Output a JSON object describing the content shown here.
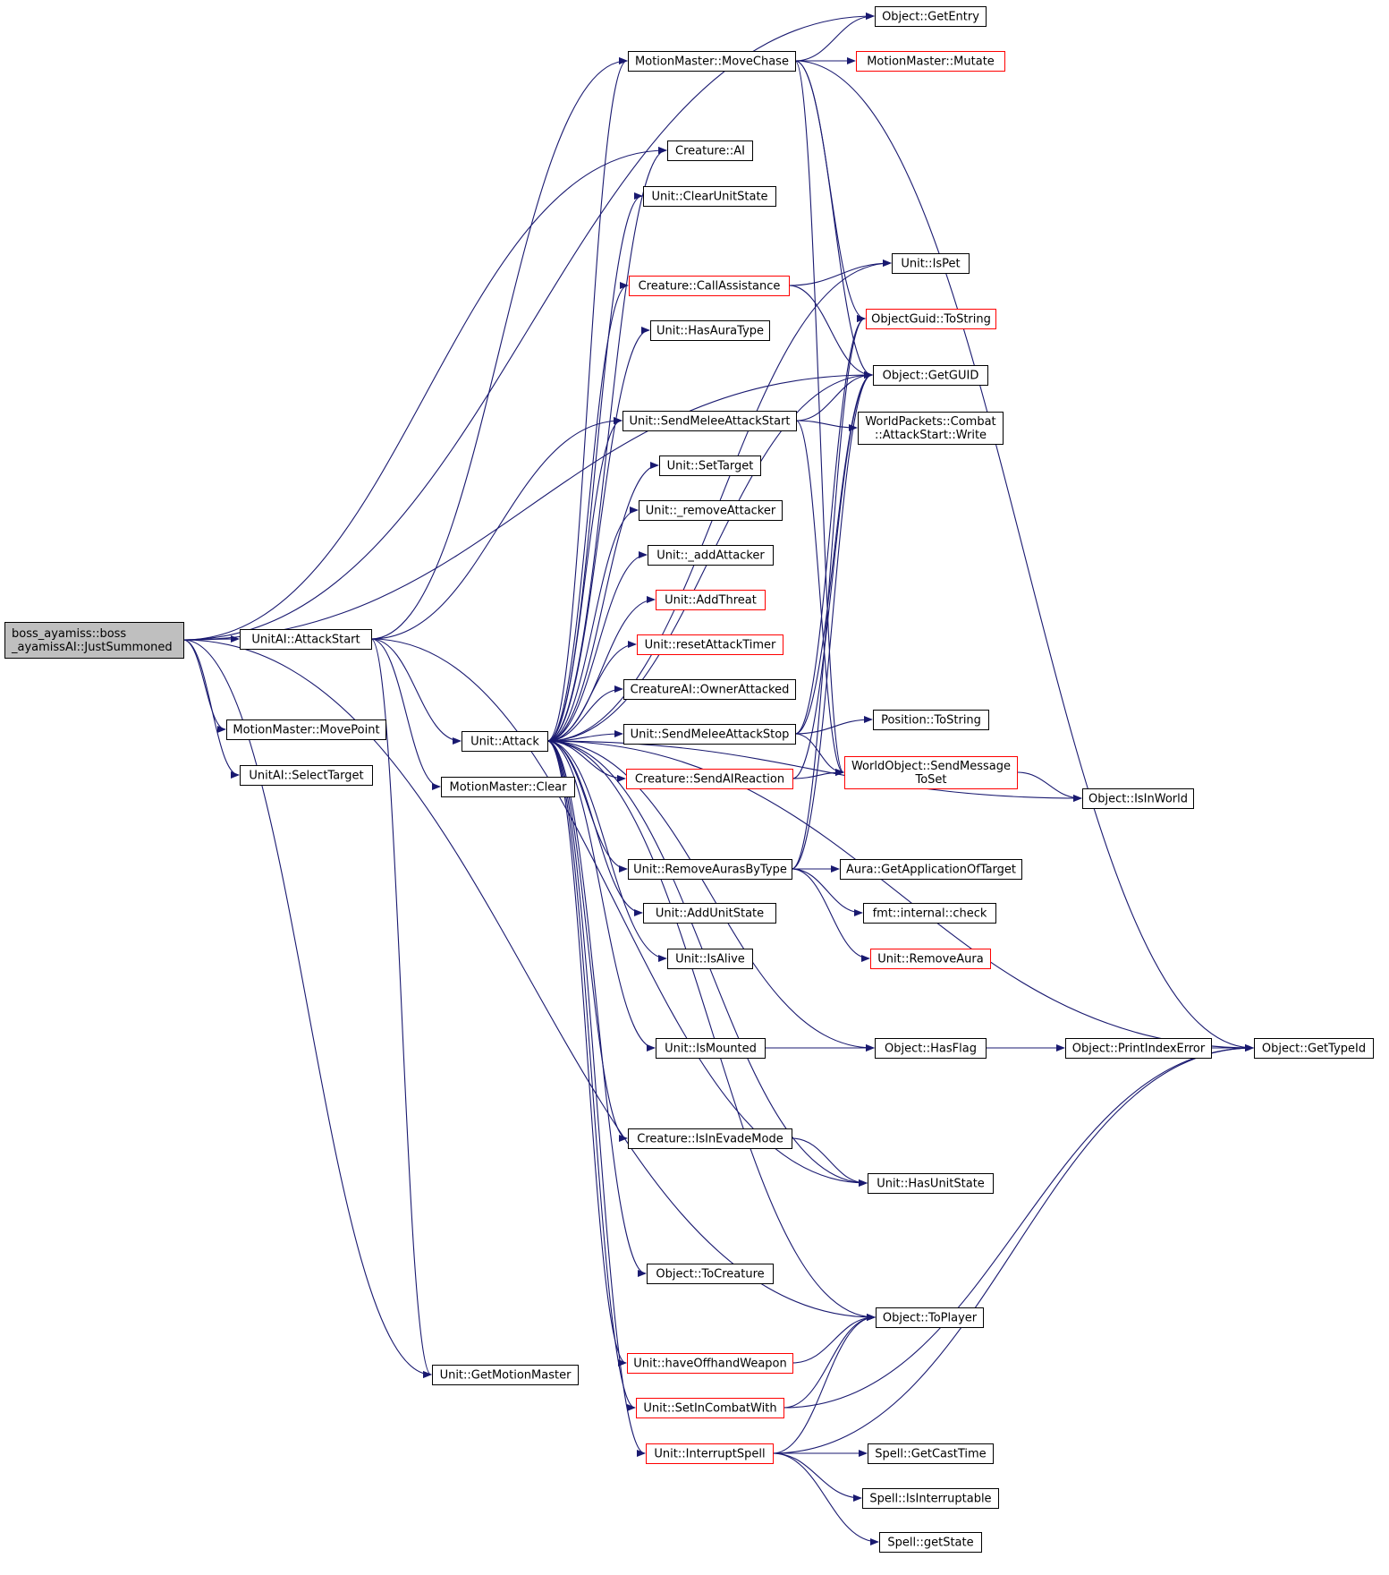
{
  "colors": {
    "edge": "#191970",
    "node_border": "#000000",
    "truncated_border": "#ff0000",
    "root_fill": "#bfbfbf",
    "node_fill": "#ffffff"
  },
  "nodes": [
    {
      "id": "root",
      "lines": [
        "boss_ayamiss::boss",
        "_ayamissAI::JustSummoned"
      ],
      "root": true
    },
    {
      "id": "attackstart",
      "lines": [
        "UnitAI::AttackStart"
      ]
    },
    {
      "id": "movepoint",
      "lines": [
        "MotionMaster::MovePoint"
      ]
    },
    {
      "id": "selecttarget",
      "lines": [
        "UnitAI::SelectTarget"
      ]
    },
    {
      "id": "getmotionmaster",
      "lines": [
        "Unit::GetMotionMaster"
      ]
    },
    {
      "id": "mmclear",
      "lines": [
        "MotionMaster::Clear"
      ]
    },
    {
      "id": "attack",
      "lines": [
        "Unit::Attack"
      ]
    },
    {
      "id": "movechase",
      "lines": [
        "MotionMaster::MoveChase"
      ]
    },
    {
      "id": "creatureai",
      "lines": [
        "Creature::AI"
      ]
    },
    {
      "id": "clearunitstate",
      "lines": [
        "Unit::ClearUnitState"
      ]
    },
    {
      "id": "callassistance",
      "lines": [
        "Creature::CallAssistance"
      ],
      "truncated": true
    },
    {
      "id": "hasauratype",
      "lines": [
        "Unit::HasAuraType"
      ]
    },
    {
      "id": "sendmeleestart",
      "lines": [
        "Unit::SendMeleeAttackStart"
      ]
    },
    {
      "id": "settarget",
      "lines": [
        "Unit::SetTarget"
      ]
    },
    {
      "id": "removeattacker",
      "lines": [
        "Unit::_removeAttacker"
      ]
    },
    {
      "id": "addattacker",
      "lines": [
        "Unit::_addAttacker"
      ]
    },
    {
      "id": "addthreat",
      "lines": [
        "Unit::AddThreat"
      ],
      "truncated": true
    },
    {
      "id": "resetattacktimer",
      "lines": [
        "Unit::resetAttackTimer"
      ],
      "truncated": true
    },
    {
      "id": "ownerattacked",
      "lines": [
        "CreatureAI::OwnerAttacked"
      ]
    },
    {
      "id": "sendmeleestop",
      "lines": [
        "Unit::SendMeleeAttackStop"
      ]
    },
    {
      "id": "sendaireaction",
      "lines": [
        "Creature::SendAIReaction"
      ],
      "truncated": true
    },
    {
      "id": "removeaurasbytype",
      "lines": [
        "Unit::RemoveAurasByType"
      ]
    },
    {
      "id": "addunitstate",
      "lines": [
        "Unit::AddUnitState"
      ]
    },
    {
      "id": "isalive",
      "lines": [
        "Unit::IsAlive"
      ]
    },
    {
      "id": "ismounted",
      "lines": [
        "Unit::IsMounted"
      ]
    },
    {
      "id": "isinevademode",
      "lines": [
        "Creature::IsInEvadeMode"
      ]
    },
    {
      "id": "tocreature",
      "lines": [
        "Object::ToCreature"
      ]
    },
    {
      "id": "haveoffhand",
      "lines": [
        "Unit::haveOffhandWeapon"
      ],
      "truncated": true
    },
    {
      "id": "setincombatwith",
      "lines": [
        "Unit::SetInCombatWith"
      ],
      "truncated": true
    },
    {
      "id": "interruptspell",
      "lines": [
        "Unit::InterruptSpell"
      ],
      "truncated": true
    },
    {
      "id": "getentry",
      "lines": [
        "Object::GetEntry"
      ]
    },
    {
      "id": "mutate",
      "lines": [
        "MotionMaster::Mutate"
      ],
      "truncated": true
    },
    {
      "id": "ispet",
      "lines": [
        "Unit::IsPet"
      ]
    },
    {
      "id": "guidtostring",
      "lines": [
        "ObjectGuid::ToString"
      ],
      "truncated": true
    },
    {
      "id": "getguid",
      "lines": [
        "Object::GetGUID"
      ]
    },
    {
      "id": "attackstartwrite",
      "lines": [
        "WorldPackets::Combat",
        "::AttackStart::Write"
      ]
    },
    {
      "id": "positiontostring",
      "lines": [
        "Position::ToString"
      ]
    },
    {
      "id": "sendmessagetoset",
      "lines": [
        "WorldObject::SendMessage",
        "ToSet"
      ],
      "truncated": true
    },
    {
      "id": "isinworld",
      "lines": [
        "Object::IsInWorld"
      ]
    },
    {
      "id": "getapplication",
      "lines": [
        "Aura::GetApplicationOfTarget"
      ]
    },
    {
      "id": "fmtcheck",
      "lines": [
        "fmt::internal::check"
      ]
    },
    {
      "id": "removeaura",
      "lines": [
        "Unit::RemoveAura"
      ],
      "truncated": true
    },
    {
      "id": "hasflag",
      "lines": [
        "Object::HasFlag"
      ]
    },
    {
      "id": "printindexerror",
      "lines": [
        "Object::PrintIndexError"
      ]
    },
    {
      "id": "gettypeid",
      "lines": [
        "Object::GetTypeId"
      ]
    },
    {
      "id": "hasunitstate",
      "lines": [
        "Unit::HasUnitState"
      ]
    },
    {
      "id": "toplayer",
      "lines": [
        "Object::ToPlayer"
      ]
    },
    {
      "id": "getcasttime",
      "lines": [
        "Spell::GetCastTime"
      ]
    },
    {
      "id": "isinterruptable",
      "lines": [
        "Spell::IsInterruptable"
      ]
    },
    {
      "id": "getstate",
      "lines": [
        "Spell::getState"
      ]
    }
  ],
  "edges": [
    [
      "root",
      "attackstart"
    ],
    [
      "root",
      "movepoint"
    ],
    [
      "root",
      "selecttarget"
    ],
    [
      "root",
      "getmotionmaster"
    ],
    [
      "root",
      "getentry"
    ],
    [
      "root",
      "creatureai"
    ],
    [
      "root",
      "getguid"
    ],
    [
      "root",
      "toplayer"
    ],
    [
      "attackstart",
      "movechase"
    ],
    [
      "attackstart",
      "attack"
    ],
    [
      "attackstart",
      "getmotionmaster"
    ],
    [
      "attackstart",
      "mmclear"
    ],
    [
      "attackstart",
      "sendmeleestart"
    ],
    [
      "attackstart",
      "hasunitstate"
    ],
    [
      "attack",
      "movechase"
    ],
    [
      "attack",
      "creatureai"
    ],
    [
      "attack",
      "clearunitstate"
    ],
    [
      "attack",
      "callassistance"
    ],
    [
      "attack",
      "hasauratype"
    ],
    [
      "attack",
      "sendmeleestart"
    ],
    [
      "attack",
      "settarget"
    ],
    [
      "attack",
      "removeattacker"
    ],
    [
      "attack",
      "addattacker"
    ],
    [
      "attack",
      "addthreat"
    ],
    [
      "attack",
      "resetattacktimer"
    ],
    [
      "attack",
      "ownerattacked"
    ],
    [
      "attack",
      "sendmeleestop"
    ],
    [
      "attack",
      "sendaireaction"
    ],
    [
      "attack",
      "removeaurasbytype"
    ],
    [
      "attack",
      "addunitstate"
    ],
    [
      "attack",
      "isalive"
    ],
    [
      "attack",
      "ismounted"
    ],
    [
      "attack",
      "isinevademode"
    ],
    [
      "attack",
      "tocreature"
    ],
    [
      "attack",
      "haveoffhand"
    ],
    [
      "attack",
      "setincombatwith"
    ],
    [
      "attack",
      "interruptspell"
    ],
    [
      "attack",
      "ispet"
    ],
    [
      "attack",
      "getguid"
    ],
    [
      "attack",
      "isinworld"
    ],
    [
      "attack",
      "gettypeid"
    ],
    [
      "attack",
      "hasflag"
    ],
    [
      "attack",
      "hasunitstate"
    ],
    [
      "attack",
      "toplayer"
    ],
    [
      "movechase",
      "getentry"
    ],
    [
      "movechase",
      "mutate"
    ],
    [
      "movechase",
      "guidtostring"
    ],
    [
      "movechase",
      "getguid"
    ],
    [
      "movechase",
      "gettypeid"
    ],
    [
      "movechase",
      "sendmessagetoset"
    ],
    [
      "callassistance",
      "ispet"
    ],
    [
      "callassistance",
      "getguid"
    ],
    [
      "sendmeleestart",
      "getguid"
    ],
    [
      "sendmeleestart",
      "attackstartwrite"
    ],
    [
      "sendmeleestart",
      "sendmessagetoset"
    ],
    [
      "sendmeleestop",
      "positiontostring"
    ],
    [
      "sendmeleestop",
      "sendmessagetoset"
    ],
    [
      "sendmeleestop",
      "getguid"
    ],
    [
      "sendmeleestop",
      "guidtostring"
    ],
    [
      "sendaireaction",
      "sendmessagetoset"
    ],
    [
      "sendaireaction",
      "getguid"
    ],
    [
      "sendmessagetoset",
      "isinworld"
    ],
    [
      "removeaurasbytype",
      "getapplication"
    ],
    [
      "removeaurasbytype",
      "fmtcheck"
    ],
    [
      "removeaurasbytype",
      "removeaura"
    ],
    [
      "removeaurasbytype",
      "guidtostring"
    ],
    [
      "removeaurasbytype",
      "getguid"
    ],
    [
      "ismounted",
      "hasflag"
    ],
    [
      "hasflag",
      "printindexerror"
    ],
    [
      "printindexerror",
      "gettypeid"
    ],
    [
      "isinevademode",
      "hasunitstate"
    ],
    [
      "haveoffhand",
      "toplayer"
    ],
    [
      "setincombatwith",
      "toplayer"
    ],
    [
      "setincombatwith",
      "gettypeid"
    ],
    [
      "interruptspell",
      "getcasttime"
    ],
    [
      "interruptspell",
      "isinterruptable"
    ],
    [
      "interruptspell",
      "getstate"
    ],
    [
      "interruptspell",
      "toplayer"
    ],
    [
      "interruptspell",
      "gettypeid"
    ]
  ]
}
